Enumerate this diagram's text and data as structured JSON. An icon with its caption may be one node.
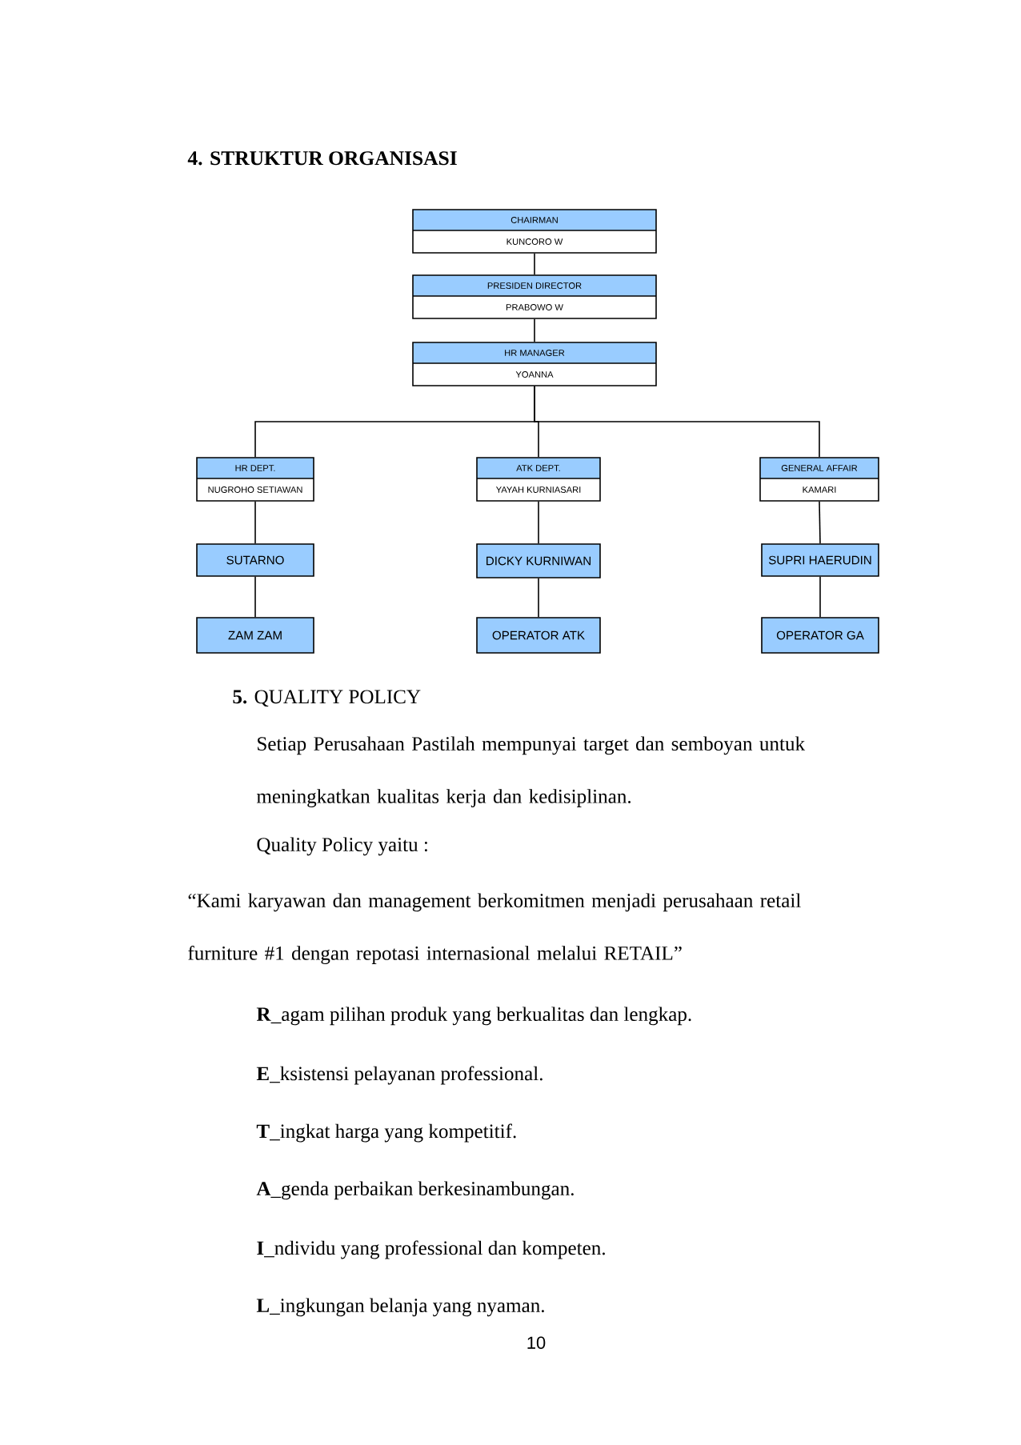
{
  "diagram": {
    "title": "4. STRUKTUR ORGANISASI",
    "nodes": [
      {
        "text": [
          "CHAIRMAN",
          "KUNCORO W"
        ]
      },
      {
        "text": [
          "PRESIDEN DIRECTOR",
          "PRABOWO W"
        ]
      },
      {
        "text": [
          "HR  MANAGER",
          "YOANNA"
        ]
      },
      {
        "text": [
          "HR DEPT.",
          "NUGROHO SETIAWAN"
        ]
      },
      {
        "text": [
          "ATK DEPT.",
          "YAYAH KURNIASARI"
        ]
      },
      {
        "text": [
          "GENERAL AFFAIR",
          "KAMARI"
        ]
      },
      {
        "text": [
          "SUTARNO"
        ]
      },
      {
        "text": [
          "DICKY KURNIWAN"
        ]
      },
      {
        "text": [
          "SUPRI HAERUDIN"
        ]
      },
      {
        "text": [
          "ZAM ZAM"
        ]
      },
      {
        "text": [
          "OPERATOR ATK"
        ]
      },
      {
        "text": [
          "OPERATOR GA"
        ]
      }
    ],
    "edges": [
      {
        "from": 0,
        "to": 1,
        "arrow": "none"
      },
      {
        "from": 1,
        "to": 2,
        "arrow": "none"
      },
      {
        "from": 2,
        "to": 3,
        "arrow": "none"
      },
      {
        "from": 2,
        "to": 4,
        "arrow": "none"
      },
      {
        "from": 2,
        "to": 5,
        "arrow": "none"
      },
      {
        "from": 3,
        "to": 6,
        "arrow": "none"
      },
      {
        "from": 4,
        "to": 7,
        "arrow": "none"
      },
      {
        "from": 5,
        "to": 8,
        "arrow": "none"
      },
      {
        "from": 6,
        "to": 9,
        "arrow": "none"
      },
      {
        "from": 7,
        "to": 10,
        "arrow": "none"
      },
      {
        "from": 8,
        "to": 11,
        "arrow": "none"
      }
    ],
    "labels": [
      "**5.** QUALITY POLICY",
      "Setiap Perusahaan Pastilah mempunyai target dan semboyan untuk meningkatkan kualitas kerja dan kedisiplinan.",
      "Quality Policy yaitu :",
      "“Kami karyawan dan management berkomitmen menjadi perusahaan retail furniture #1 dengan repotasi internasional melalui RETAIL”",
      "**R**_agam pilihan produk yang berkualitas dan lengkap.",
      "**E**_ksistensi pelayanan professional.",
      "**T**_ingkat harga yang kompetitif.",
      "**A**_genda perbaikan berkesinambungan.",
      "**I**_ndividu yang professional dan kompeten.",
      "**L**_ingkungan belanja yang nyaman.",
      "10"
    ]
  }
}
